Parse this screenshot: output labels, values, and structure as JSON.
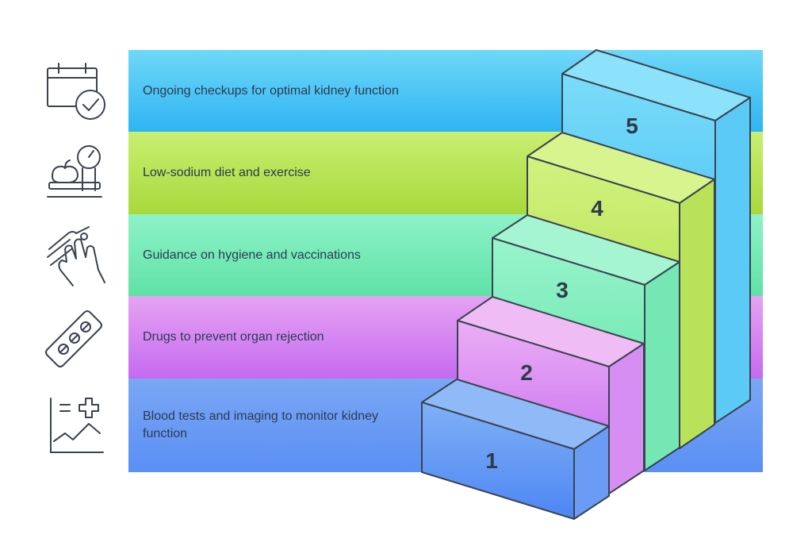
{
  "steps": [
    {
      "number": "1",
      "label": "Blood tests and imaging to monitor kidney function",
      "icon": "chart-medical-icon"
    },
    {
      "number": "2",
      "label": "Drugs to prevent organ rejection",
      "icon": "pill-strip-icon"
    },
    {
      "number": "3",
      "label": "Guidance on hygiene and vaccinations",
      "icon": "washing-hands-icon"
    },
    {
      "number": "4",
      "label": "Low-sodium diet and exercise",
      "icon": "scale-apple-icon"
    },
    {
      "number": "5",
      "label": "Ongoing checkups for optimal kidney function",
      "icon": "calendar-check-icon"
    }
  ],
  "colors": {
    "step1": "#5a8ff4",
    "step2": "#c56af0",
    "step3": "#5fe2a6",
    "step4": "#a8d93c",
    "step5": "#2fb4f2",
    "outline": "#3a4350"
  }
}
